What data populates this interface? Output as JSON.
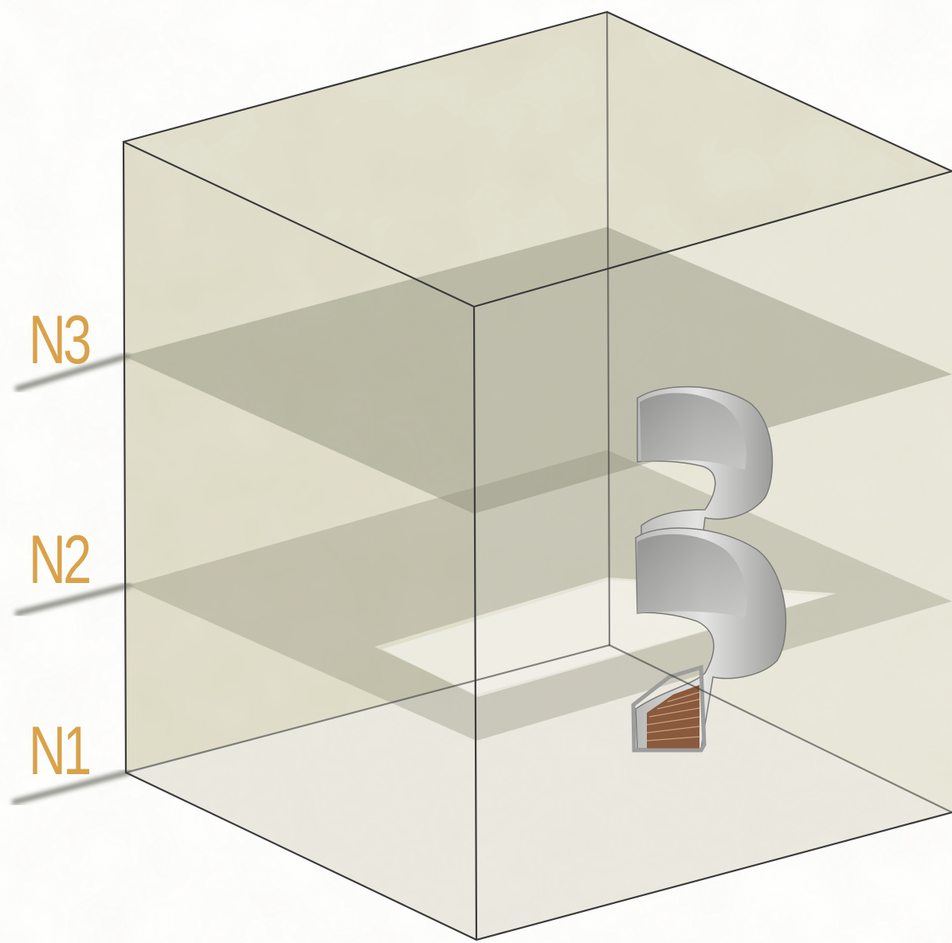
{
  "levels": [
    {
      "id": "n3",
      "label": "N3"
    },
    {
      "id": "n2",
      "label": "N2"
    },
    {
      "id": "n1",
      "label": "N1"
    }
  ],
  "colors": {
    "label": "#d9a24a",
    "box_fill": "#e2dfcc",
    "edge": "#3b3b3b",
    "slab": "#8f8d77",
    "stair": "#d8d8d6",
    "treads": "#8a5a3c"
  }
}
